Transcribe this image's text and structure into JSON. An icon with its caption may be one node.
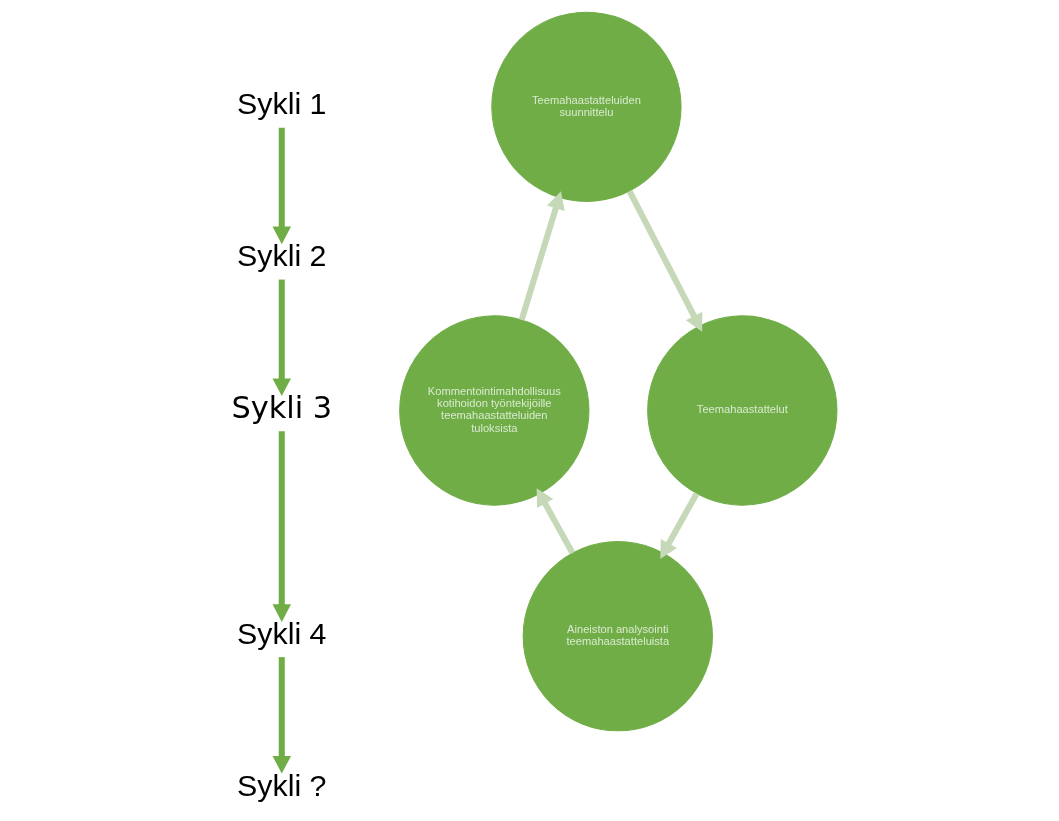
{
  "diagram": {
    "nodes": [
      {
        "text": [
          "Sykli 1"
        ]
      },
      {
        "text": [
          "Sykli 2"
        ]
      },
      {
        "text": [
          "Sykli 3"
        ]
      },
      {
        "text": [
          "Sykli 4"
        ]
      },
      {
        "text": [
          "Sykli ?"
        ]
      },
      {
        "text": [
          "Kommentointimahdollisuus kotihoidon työntekijöille teemahaastatteluiden tuloksista"
        ]
      },
      {
        "text": [
          "Teemahaastatteluiden suunnittelu"
        ]
      },
      {
        "text": [
          "Teemahaastattelut"
        ]
      },
      {
        "text": [
          "Aineiston analysointi teemahaastatteluista"
        ]
      }
    ],
    "edges": [
      {
        "from": 0,
        "to": 1,
        "arrow": "to"
      },
      {
        "from": 1,
        "to": 2,
        "arrow": "to"
      },
      {
        "from": 2,
        "to": 3,
        "arrow": "to"
      },
      {
        "from": 3,
        "to": 4,
        "arrow": "to"
      },
      {
        "from": 5,
        "to": 6,
        "arrow": "to",
        "color": "#c5d9b8"
      },
      {
        "from": 6,
        "to": 7,
        "arrow": "to",
        "color": "#c5d9b8"
      },
      {
        "from": 7,
        "to": 8,
        "arrow": "to",
        "color": "#c5d9b8"
      },
      {
        "from": 8,
        "to": 5,
        "arrow": "to",
        "color": "#c5d9b8"
      }
    ]
  }
}
